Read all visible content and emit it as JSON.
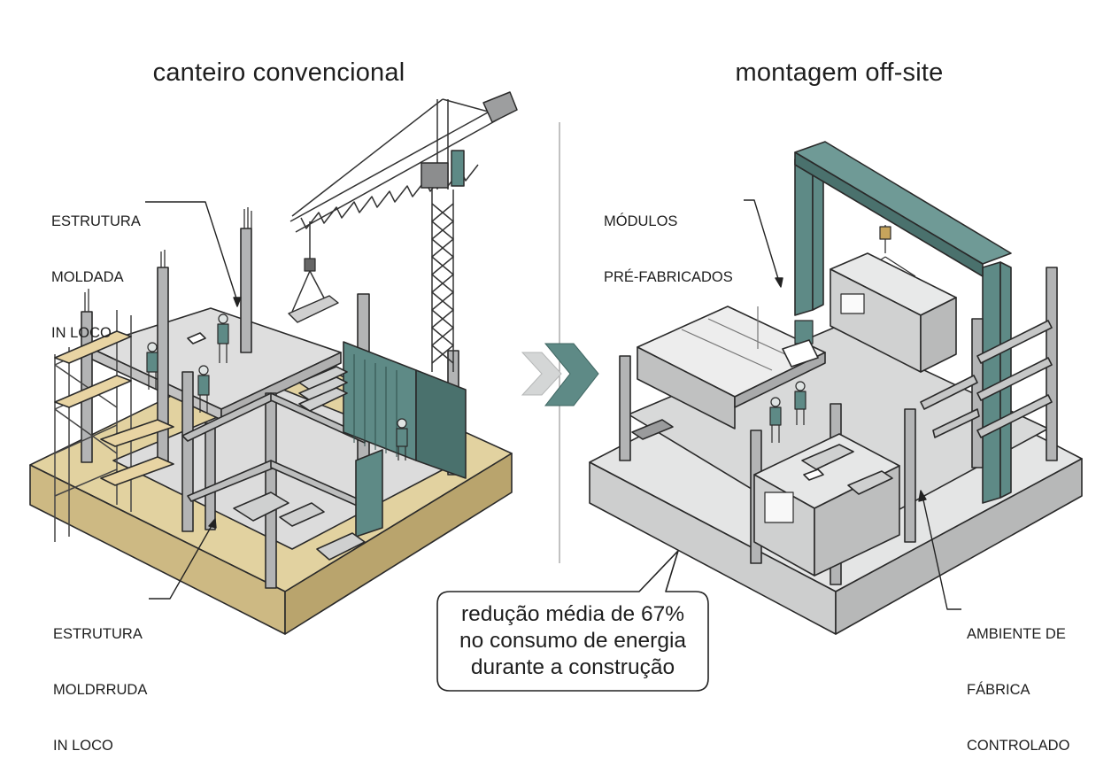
{
  "left_panel": {
    "title": "canteiro convencional",
    "label_top": [
      "ESTRUTURA",
      "MOLDADA",
      "IN LOCO"
    ],
    "label_bottom": [
      "ESTRUTURA",
      "MOLDRRUDA",
      "IN LOCO"
    ]
  },
  "right_panel": {
    "title": "montagem off-site",
    "label_top": [
      "MÓDULOS",
      "PRÉ-FABRICADOS"
    ],
    "label_bottom": [
      "AMBIENTE DE",
      "FÁBRICA",
      "CONTROLADO"
    ]
  },
  "callout": {
    "lines": [
      "redução média de 67%",
      "no consumo de energia",
      "durante a construção"
    ]
  },
  "colors": {
    "accent": "#5e8a86",
    "sand": "#e2d2a0",
    "concrete": "#d8d9d9",
    "steel": "#a9aaab",
    "line": "#2a2a2a"
  }
}
